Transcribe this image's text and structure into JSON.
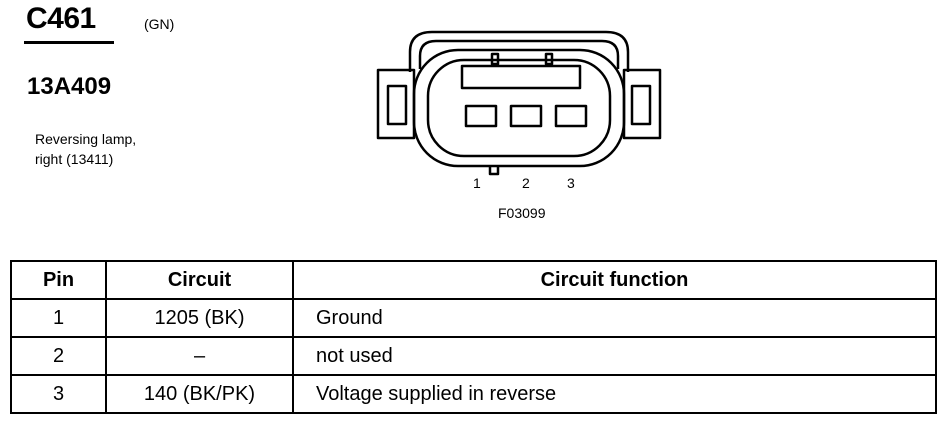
{
  "header": {
    "connector_id": "C461",
    "color_code": "(GN)",
    "part_number": "13A409",
    "description_line1": "Reversing lamp,",
    "description_line2": "right (13411)"
  },
  "diagram": {
    "pin_labels": [
      "1",
      "2",
      "3"
    ],
    "figure_code": "F03099"
  },
  "table": {
    "headers": {
      "pin": "Pin",
      "circuit": "Circuit",
      "function": "Circuit function"
    },
    "rows": [
      {
        "pin": "1",
        "circuit": "1205 (BK)",
        "function": "Ground"
      },
      {
        "pin": "2",
        "circuit": "–",
        "function": "not used"
      },
      {
        "pin": "3",
        "circuit": "140 (BK/PK)",
        "function": "Voltage supplied in reverse"
      }
    ]
  }
}
